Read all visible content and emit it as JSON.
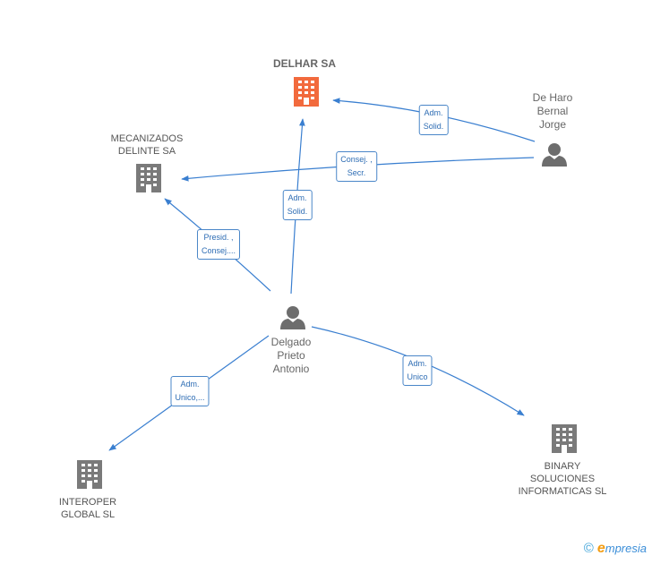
{
  "nodes": {
    "delhar": {
      "label": "DELHAR SA"
    },
    "mecanizados": {
      "label_line1": "MECANIZADOS",
      "label_line2": "DELINTE SA"
    },
    "deharo": {
      "label_line1": "De Haro",
      "label_line2": "Bernal",
      "label_line3": "Jorge"
    },
    "delgado": {
      "label_line1": "Delgado",
      "label_line2": "Prieto",
      "label_line3": "Antonio"
    },
    "interoper": {
      "label_line1": "INTEROPER",
      "label_line2": "GLOBAL SL"
    },
    "binary": {
      "label_line1": "BINARY",
      "label_line2": "SOLUCIONES",
      "label_line3": "INFORMATICAS SL"
    }
  },
  "edges": {
    "deharo_delhar": {
      "line1": "Adm.",
      "line2": "Solid."
    },
    "deharo_mecanizados": {
      "line1": "Consej. ,",
      "line2": "Secr."
    },
    "delgado_delhar": {
      "line1": "Adm.",
      "line2": "Solid."
    },
    "delgado_mecanizados": {
      "line1": "Presid. ,",
      "line2": "Consej...."
    },
    "delgado_interoper": {
      "line1": "Adm.",
      "line2": "Unico,..."
    },
    "delgado_binary": {
      "line1": "Adm.",
      "line2": "Unico"
    }
  },
  "colors": {
    "main_company": "#f26a3d",
    "company": "#7a7a7a",
    "person": "#6d6d6d",
    "edge": "#3a7fd0"
  },
  "brand": {
    "copyright": "©",
    "initial": "e",
    "name": "mpresia"
  }
}
